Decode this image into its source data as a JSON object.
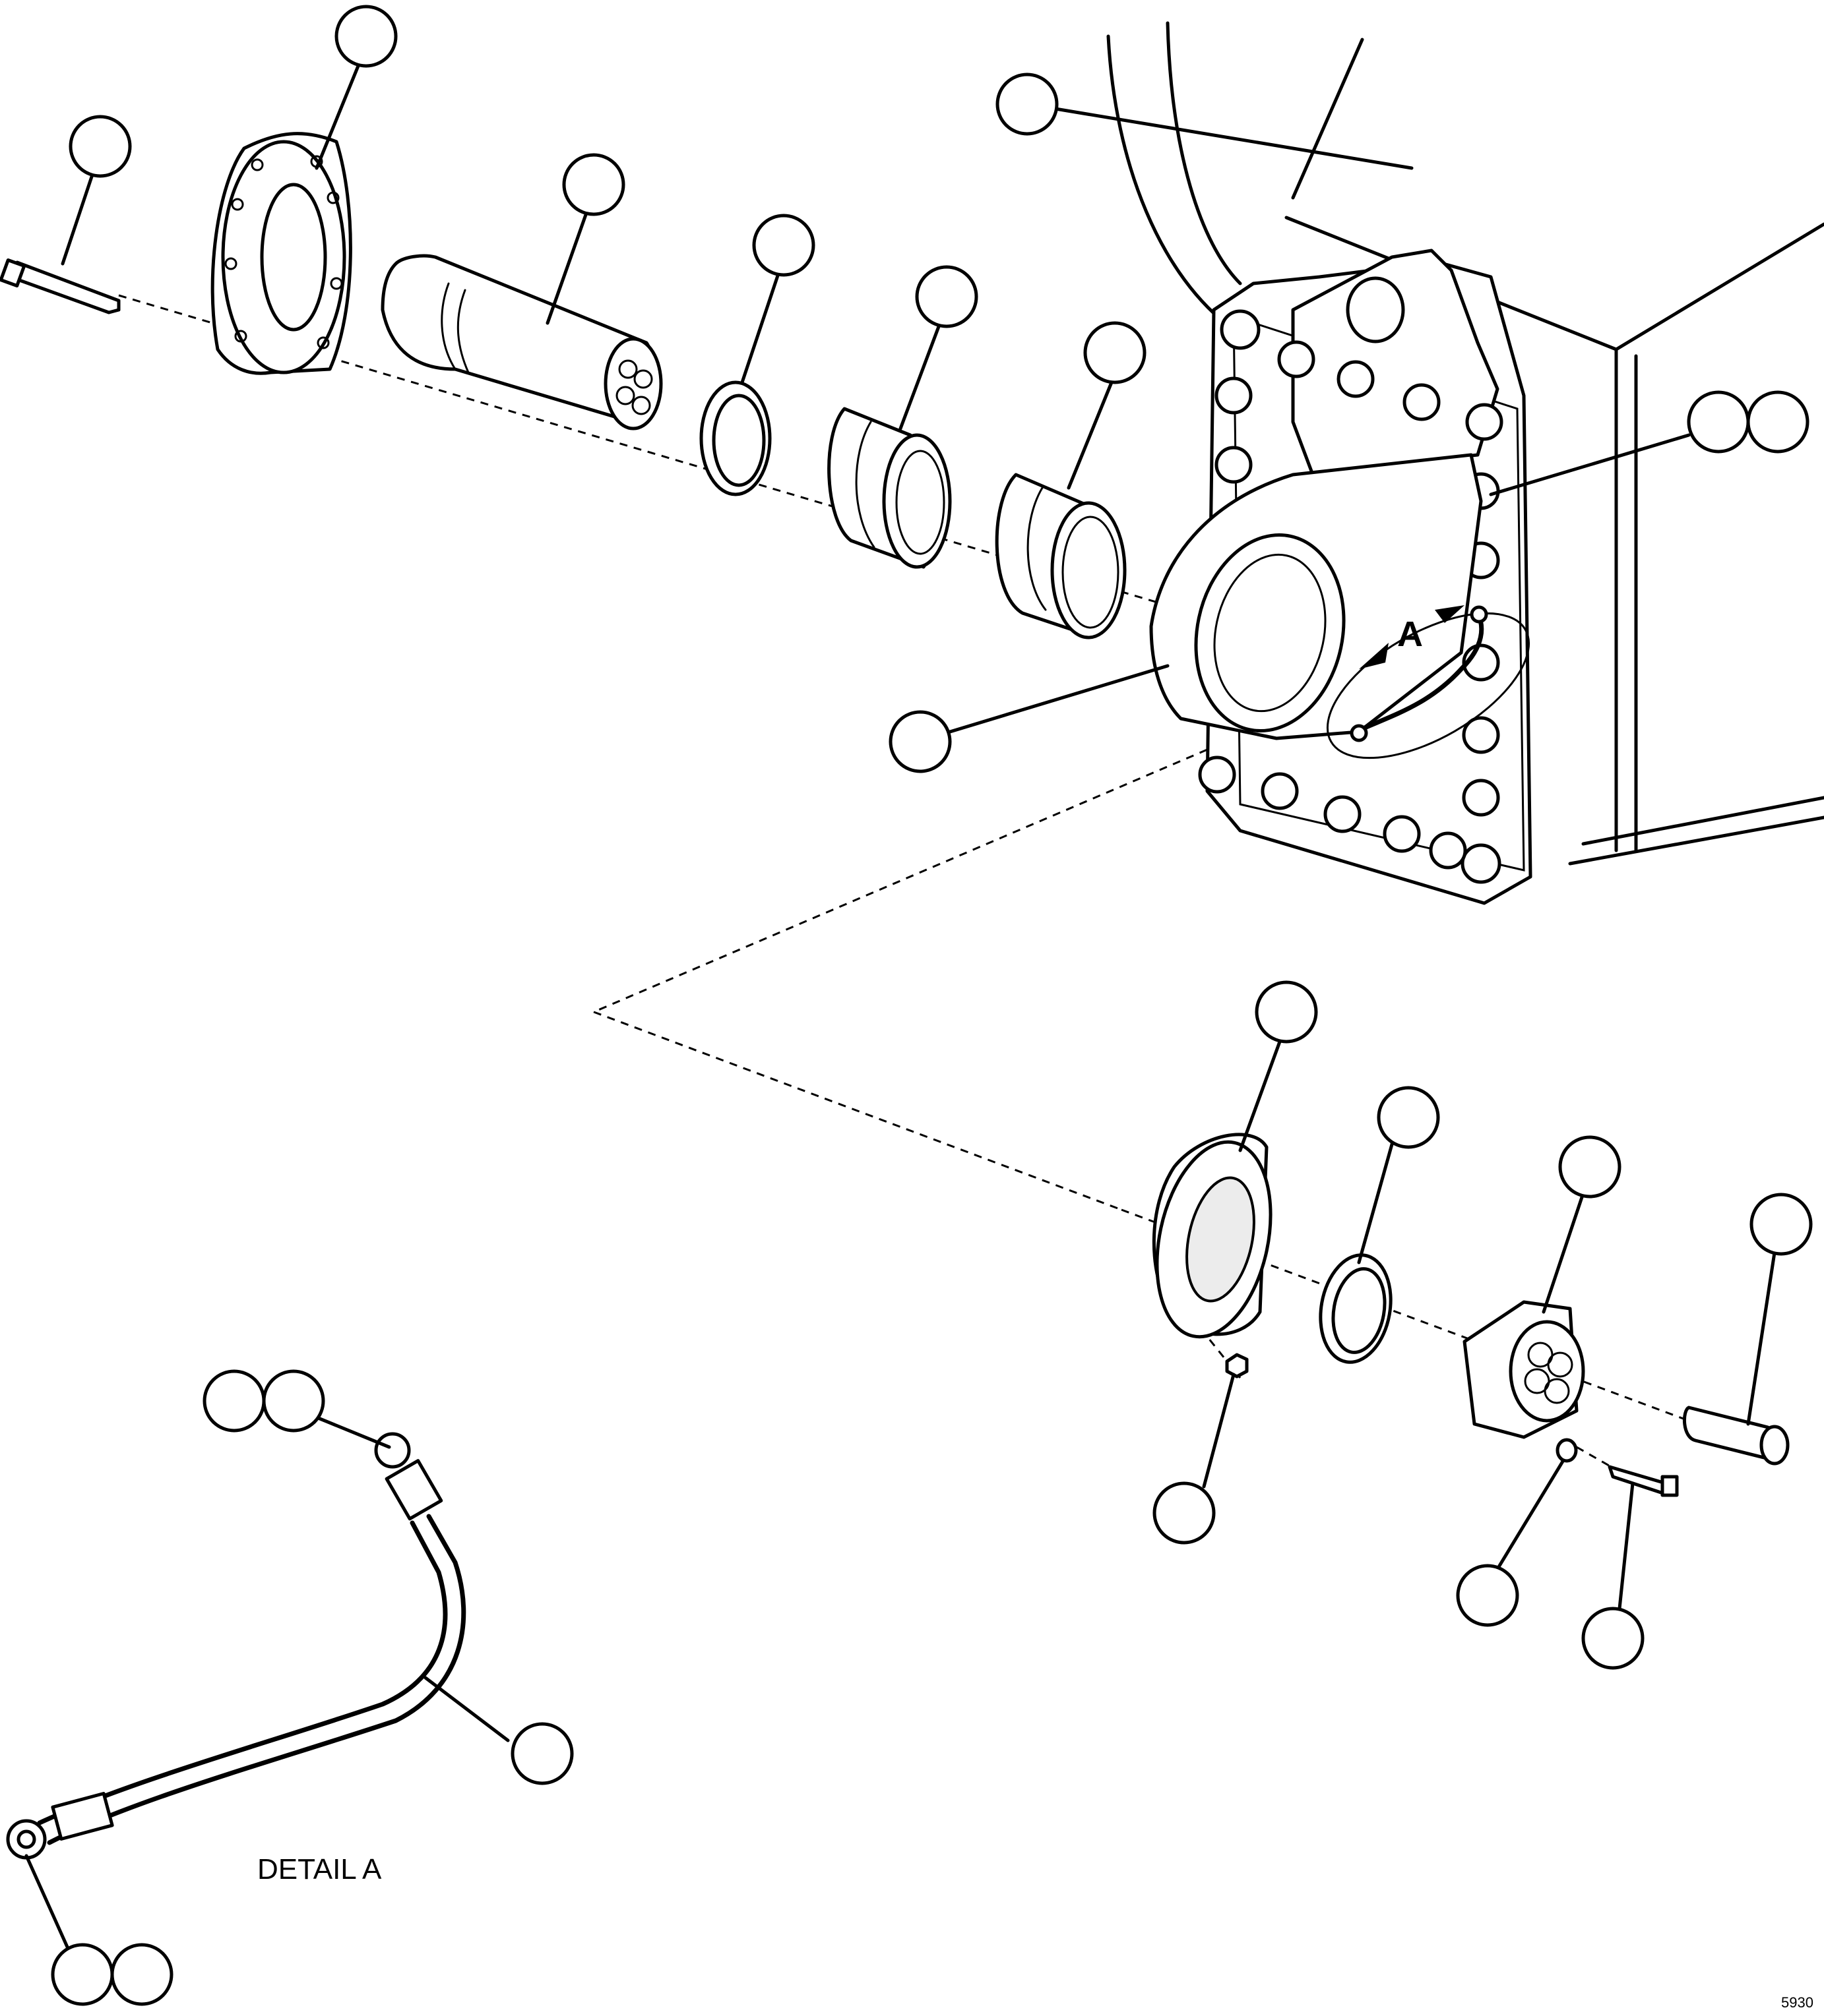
{
  "diagram": {
    "view_marker": "A",
    "detail_label": "DETAIL A",
    "figure_code": "5930"
  },
  "colors": {
    "line": "#000000",
    "background": "#ffffff"
  }
}
